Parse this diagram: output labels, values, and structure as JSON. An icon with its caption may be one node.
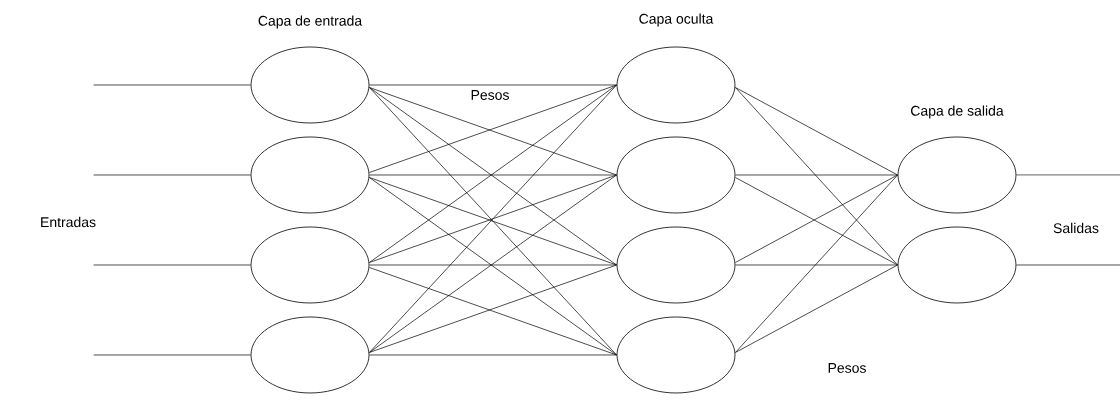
{
  "diagram": {
    "nodes": [
      {
        "text": [],
        "shape": "circle"
      },
      {
        "text": [],
        "shape": "circle"
      },
      {
        "text": [],
        "shape": "circle"
      },
      {
        "text": [],
        "shape": "circle"
      },
      {
        "text": [],
        "shape": "circle"
      },
      {
        "text": [],
        "shape": "circle"
      },
      {
        "text": [],
        "shape": "circle"
      },
      {
        "text": [],
        "shape": "circle"
      },
      {
        "text": [],
        "shape": "circle"
      },
      {
        "text": [],
        "shape": "circle"
      }
    ],
    "edges": [
      {
        "from": null,
        "to": 0,
        "arrow": "none"
      },
      {
        "from": null,
        "to": 1,
        "arrow": "none"
      },
      {
        "from": null,
        "to": 2,
        "arrow": "none"
      },
      {
        "from": null,
        "to": 3,
        "arrow": "none"
      },
      {
        "from": 0,
        "to": 4,
        "arrow": "none"
      },
      {
        "from": 0,
        "to": 5,
        "arrow": "none"
      },
      {
        "from": 0,
        "to": 6,
        "arrow": "none"
      },
      {
        "from": 0,
        "to": 7,
        "arrow": "none"
      },
      {
        "from": 1,
        "to": 4,
        "arrow": "none"
      },
      {
        "from": 1,
        "to": 5,
        "arrow": "none"
      },
      {
        "from": 1,
        "to": 6,
        "arrow": "none"
      },
      {
        "from": 1,
        "to": 7,
        "arrow": "none"
      },
      {
        "from": 2,
        "to": 4,
        "arrow": "none"
      },
      {
        "from": 2,
        "to": 5,
        "arrow": "none"
      },
      {
        "from": 2,
        "to": 6,
        "arrow": "none"
      },
      {
        "from": 2,
        "to": 7,
        "arrow": "none"
      },
      {
        "from": 3,
        "to": 4,
        "arrow": "none"
      },
      {
        "from": 3,
        "to": 5,
        "arrow": "none"
      },
      {
        "from": 3,
        "to": 6,
        "arrow": "none"
      },
      {
        "from": 3,
        "to": 7,
        "arrow": "none"
      },
      {
        "from": 4,
        "to": 8,
        "arrow": "none"
      },
      {
        "from": 4,
        "to": 9,
        "arrow": "none"
      },
      {
        "from": 5,
        "to": 8,
        "arrow": "none"
      },
      {
        "from": 5,
        "to": 9,
        "arrow": "none"
      },
      {
        "from": 6,
        "to": 8,
        "arrow": "none"
      },
      {
        "from": 6,
        "to": 9,
        "arrow": "none"
      },
      {
        "from": 7,
        "to": 8,
        "arrow": "none"
      },
      {
        "from": 7,
        "to": 9,
        "arrow": "none"
      },
      {
        "from": 8,
        "to": null,
        "arrow": "none"
      },
      {
        "from": 9,
        "to": null,
        "arrow": "none"
      }
    ],
    "labels": [
      "Capa de entrada",
      "Capa oculta",
      "Pesos",
      "Capa de salida",
      "Entradas",
      "Salidas",
      "Pesos"
    ]
  }
}
